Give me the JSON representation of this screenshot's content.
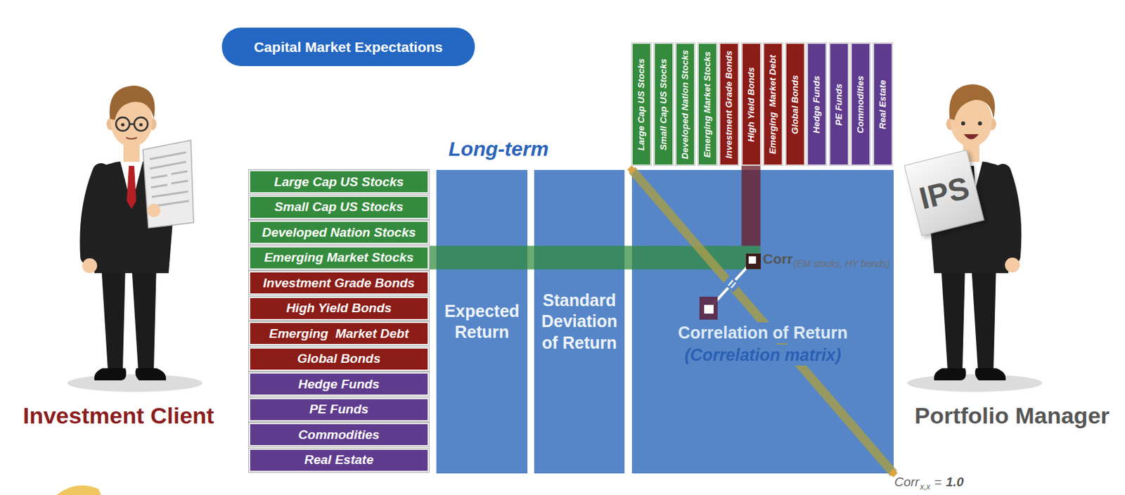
{
  "diagram": {
    "nodes": [
      {
        "text": [
          "Capital Market Expectations"
        ]
      },
      {
        "text": [
          "Large Cap US Stocks"
        ]
      },
      {
        "text": [
          "Small Cap US Stocks"
        ]
      },
      {
        "text": [
          "Developed Nation Stocks"
        ]
      },
      {
        "text": [
          "Emerging Market Stocks"
        ]
      },
      {
        "text": [
          "Investment Grade Bonds"
        ]
      },
      {
        "text": [
          "High Yield Bonds"
        ]
      },
      {
        "text": [
          "Emerging  Market Debt"
        ]
      },
      {
        "text": [
          "Global Bonds"
        ]
      },
      {
        "text": [
          "Hedge Funds"
        ]
      },
      {
        "text": [
          "PE Funds"
        ]
      },
      {
        "text": [
          "Commodities"
        ]
      },
      {
        "text": [
          "Real Estate"
        ]
      },
      {
        "text": [
          "Large Cap US Stocks"
        ]
      },
      {
        "text": [
          "Small Cap US Stocks"
        ]
      },
      {
        "text": [
          "Developed Nation Stocks"
        ]
      },
      {
        "text": [
          "Emerging Market Stocks"
        ]
      },
      {
        "text": [
          "Investment Grade Bonds"
        ]
      },
      {
        "text": [
          "High Yield Bonds"
        ]
      },
      {
        "text": [
          "Emerging  Market Debt"
        ]
      },
      {
        "text": [
          "Global Bonds"
        ]
      },
      {
        "text": [
          "Hedge Funds"
        ]
      },
      {
        "text": [
          "PE Funds"
        ]
      },
      {
        "text": [
          "Commodities"
        ]
      },
      {
        "text": [
          "Real Estate"
        ]
      },
      {
        "text": [
          "Expected Return"
        ]
      },
      {
        "text": [
          "Standard Deviation of Return"
        ]
      },
      {
        "text": [
          "Correlation of Return",
          "(Correlation matrix)"
        ]
      },
      {
        "text": [
          "IPS"
        ]
      }
    ],
    "labels": [
      "Long-term",
      "Corr",
      "(EM stocks, HY bonds)",
      "=",
      "Investment Client",
      "Portfolio Manager",
      "Corr",
      "x,x",
      "=",
      "1.0"
    ]
  }
}
